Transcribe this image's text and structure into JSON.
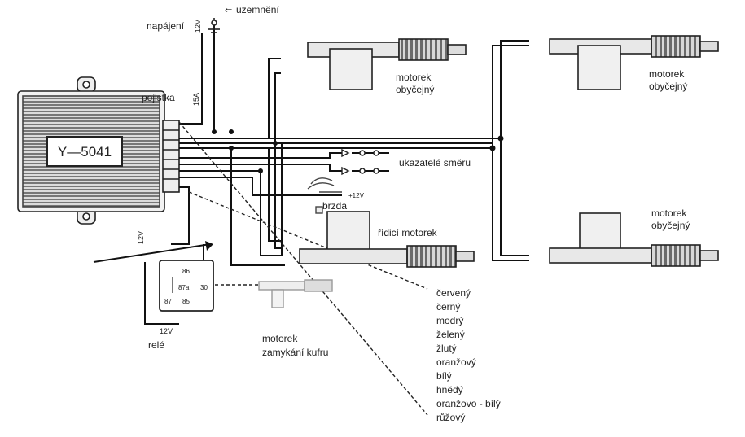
{
  "unit": {
    "model": "Y—5041"
  },
  "labels": {
    "power": "napájení",
    "power_voltage": "12V",
    "ground": "uzemnění",
    "fuse": "pojistka",
    "fuse_rating": "15A",
    "motor_top_left": [
      "motorek",
      "obyčejný"
    ],
    "motor_top_right": [
      "motorek",
      "obyčejný"
    ],
    "motor_bottom_right": [
      "motorek",
      "obyčejný"
    ],
    "turn_signals": "ukazatelé směru",
    "brake": "brzda",
    "brake_voltage": "+12V",
    "control_motor": "řídicí motorek",
    "relay": "relé",
    "relay_in_voltage": "12V",
    "relay_voltage": "12V",
    "trunk_motor": [
      "motorek",
      "zamykání kufru"
    ]
  },
  "relay_pins": [
    "86",
    "87a",
    "30",
    "87",
    "85"
  ],
  "wire_colors": [
    "červený",
    "černý",
    "modrý",
    "želený",
    "žlutý",
    "oranžový",
    "bílý",
    "hnědý",
    "oranžovo - bílý",
    "růžový"
  ]
}
